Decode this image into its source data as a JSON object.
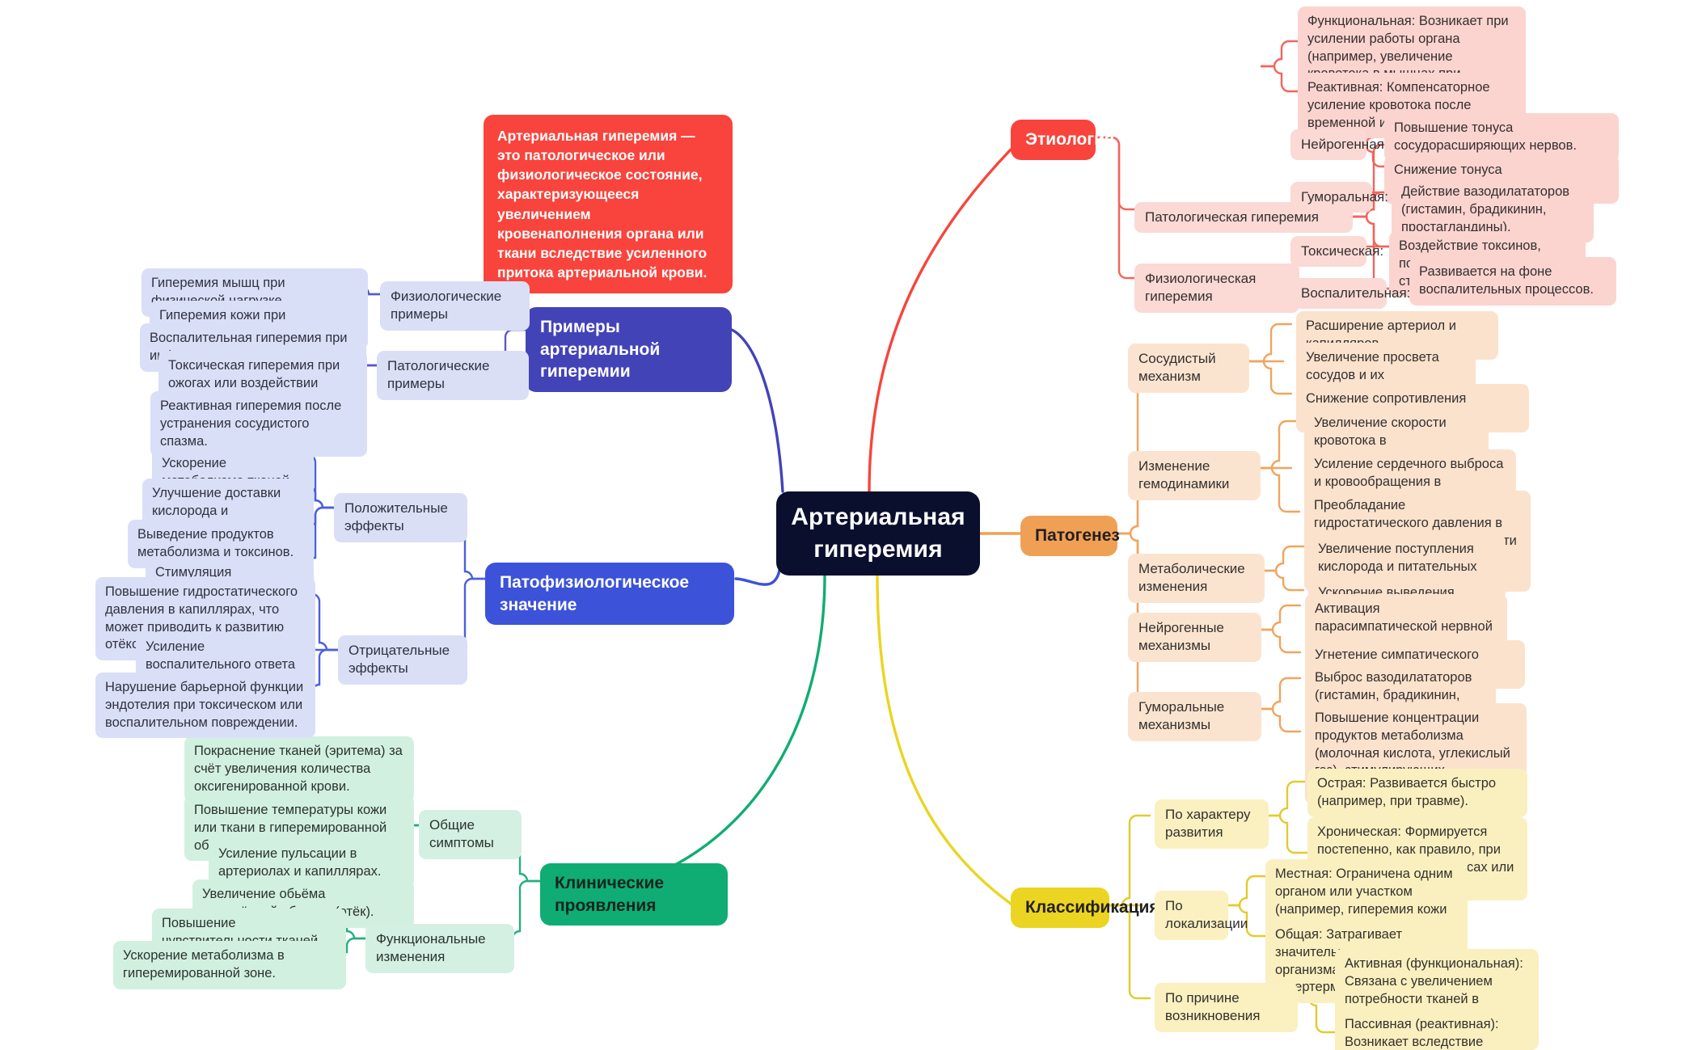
{
  "root": {
    "label": "Артериальная гиперемия"
  },
  "definition": {
    "text": "Артериальная гиперемия — это патологическое или физиологическое состояние, характеризующееся увеличением кровенаполнения органа или ткани вследствие усиленного притока артериальной крови."
  },
  "colors": {
    "root_bg": "#0b0f2e",
    "etiology": "#f8443c",
    "pathogenesis": "#f0a055",
    "classification": "#ecd422",
    "clinical": "#0fad73",
    "pathophysiology": "#3c52d9",
    "examples": "#4343b8"
  },
  "branches": {
    "etiology": {
      "label": "Этиология",
      "children": [
        {
          "label": "Физиологическая гиперемия",
          "leaves": [
            "Функциональная: Возникает при усилении работы органа (например, увеличение кровотока в мышцах при физической нагрузке).",
            "Реактивная: Компенсаторное усиление кровотока после временной ишемии."
          ]
        },
        {
          "label": "Патологическая гиперемия",
          "groups": [
            {
              "label": "Нейрогенная:",
              "leaves": [
                "Повышение тонуса сосудорасширяющих нервов.",
                "Снижение тонуса сосудосуживающих нервов."
              ]
            },
            {
              "label": "Гуморальная:",
              "leaves": [
                "Действие вазодилататоров (гистамин, брадикинин, простагландины)."
              ]
            },
            {
              "label": "Токсическая:",
              "leaves": [
                "Воздействие токсинов, повреждающих сосудистую стенку."
              ]
            },
            {
              "label": "Воспалительная:",
              "leaves": [
                "Развивается на фоне воспалительных процессов."
              ]
            }
          ]
        }
      ]
    },
    "pathogenesis": {
      "label": "Патогенез",
      "children": [
        {
          "label": "Сосудистый механизм",
          "leaves": [
            "Расширение артериол и капилляров.",
            "Увеличение просвета сосудов и их кровенаполнения.",
            "Снижение сопротивления сосудистой стенки."
          ]
        },
        {
          "label": "Изменение гемодинамики",
          "leaves": [
            "Увеличение скорости кровотока в микрососудах.",
            "Усиление сердечного выброса и кровообращения в поражённой области.",
            "Преобладание гидростатического давления в капиллярах, что может привести к повышенной фильтрации жидкости."
          ]
        },
        {
          "label": "Метаболические изменения",
          "leaves": [
            "Увеличение поступления кислорода и питательных веществ в ткани.",
            "Ускорение выведения метаболитов."
          ]
        },
        {
          "label": "Нейрогенные механизмы",
          "leaves": [
            "Активация парасимпатической нервной системы, вызывающая вазодилатацию.",
            "Угнетение симпатического тонуса сосудов."
          ]
        },
        {
          "label": "Гуморальные механизмы",
          "leaves": [
            "Выброс вазодилататоров (гистамин, брадикинин, оксид азота).",
            "Повышение концентрации продуктов метаболизма (молочная кислота, углекислый газ), стимулирующих расширение сосудов."
          ]
        }
      ]
    },
    "classification": {
      "label": "Классификация",
      "children": [
        {
          "label": "По характеру развития",
          "leaves": [
            "Острая: Развивается быстро (например, при травме).",
            "Хроническая: Формируется постепенно, как правило, при воспалительных процессах или новообразованиях."
          ]
        },
        {
          "label": "По локализации",
          "leaves": [
            "Местная: Ограничена одним органом или участком (например, гиперемия кожи при ожоге).",
            "Общая: Затрагивает значительную часть организма (например, при гипертермии)."
          ]
        },
        {
          "label": "По причине возникновения",
          "leaves": [
            "Активная (функциональная): Связана с увеличением потребности тканей в кислороде и питательных веществах.",
            "Пассивная (реактивная): Возникает вследствие устранения препятствия кровотоку."
          ]
        }
      ]
    },
    "clinical": {
      "label": "Клинические проявления",
      "children": [
        {
          "label": "Общие симптомы",
          "leaves": [
            "Покраснение тканей (эритема) за счёт увеличения количества оксигенированной крови.",
            "Повышение температуры кожи или ткани в гиперемированной области.",
            "Усиление пульсации в артериолах и капиллярах.",
            "Увеличение обьёма поражённой области (отёк)."
          ]
        },
        {
          "label": "Функциональные изменения",
          "leaves": [
            "Повышение чувствительности тканей.",
            "Ускорение метаболизма в гиперемированной зоне."
          ]
        }
      ]
    },
    "pathophysiology": {
      "label": "Патофизиологическое значение",
      "children": [
        {
          "label": "Положительные эффекты",
          "leaves": [
            "Ускорение метаболизма тканей.",
            "Улучшение доставки кислорода и питательных веществ.",
            "Выведение продуктов метаболизма и токсинов.",
            "Стимуляция регенерации тканей."
          ]
        },
        {
          "label": "Отрицательные эффекты",
          "leaves": [
            "Повышение гидростатического давления в капиллярах, что может приводить к развитию отёков.",
            "Усиление воспалительного ответа при патологической гиперемии.",
            "Нарушение барьерной функции эндотелия при токсическом или воспалительном повреждении."
          ]
        }
      ]
    },
    "examples": {
      "label": "Примеры артериальной гиперемии",
      "children": [
        {
          "label": "Физиологические примеры",
          "leaves": [
            "Гиперемия мышц при физической нагрузке.",
            "Гиперемия кожи при воздействии тепла."
          ]
        },
        {
          "label": "Патологические примеры",
          "leaves": [
            "Воспалительная гиперемия при инфекциях.",
            "Токсическая гиперемия при ожогах или воздействии химических веществ.",
            "Реактивная гиперемия после устранения сосудистого спазма."
          ]
        }
      ]
    }
  }
}
